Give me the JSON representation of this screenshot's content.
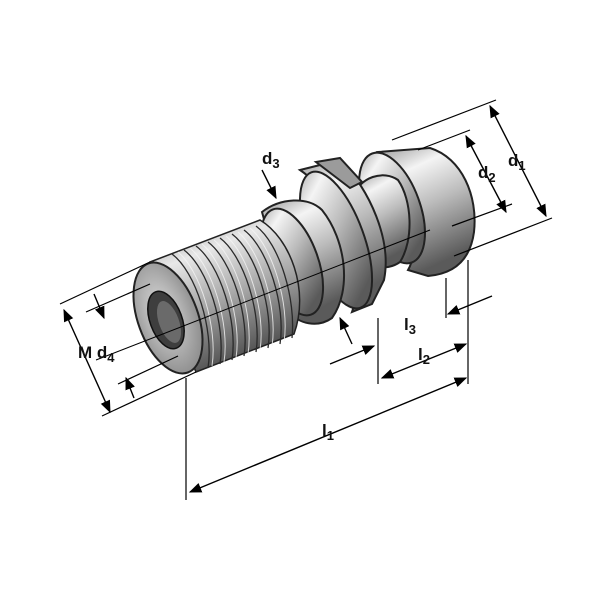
{
  "labels": {
    "d1": {
      "main": "d",
      "sub": "1"
    },
    "d2": {
      "main": "d",
      "sub": "2"
    },
    "d3": {
      "main": "d",
      "sub": "3"
    },
    "d4": {
      "main": "M d",
      "sub": "4"
    },
    "l1": {
      "main": "l",
      "sub": "1"
    },
    "l2": {
      "main": "l",
      "sub": "2"
    },
    "l3": {
      "main": "l",
      "sub": "3"
    }
  },
  "colors": {
    "background": "#ffffff",
    "line": "#000000",
    "metal_light": "#f2f2f2",
    "metal_mid": "#bdbdbd",
    "metal_dark": "#6e6e6e",
    "metal_deep": "#4a4a4a"
  }
}
